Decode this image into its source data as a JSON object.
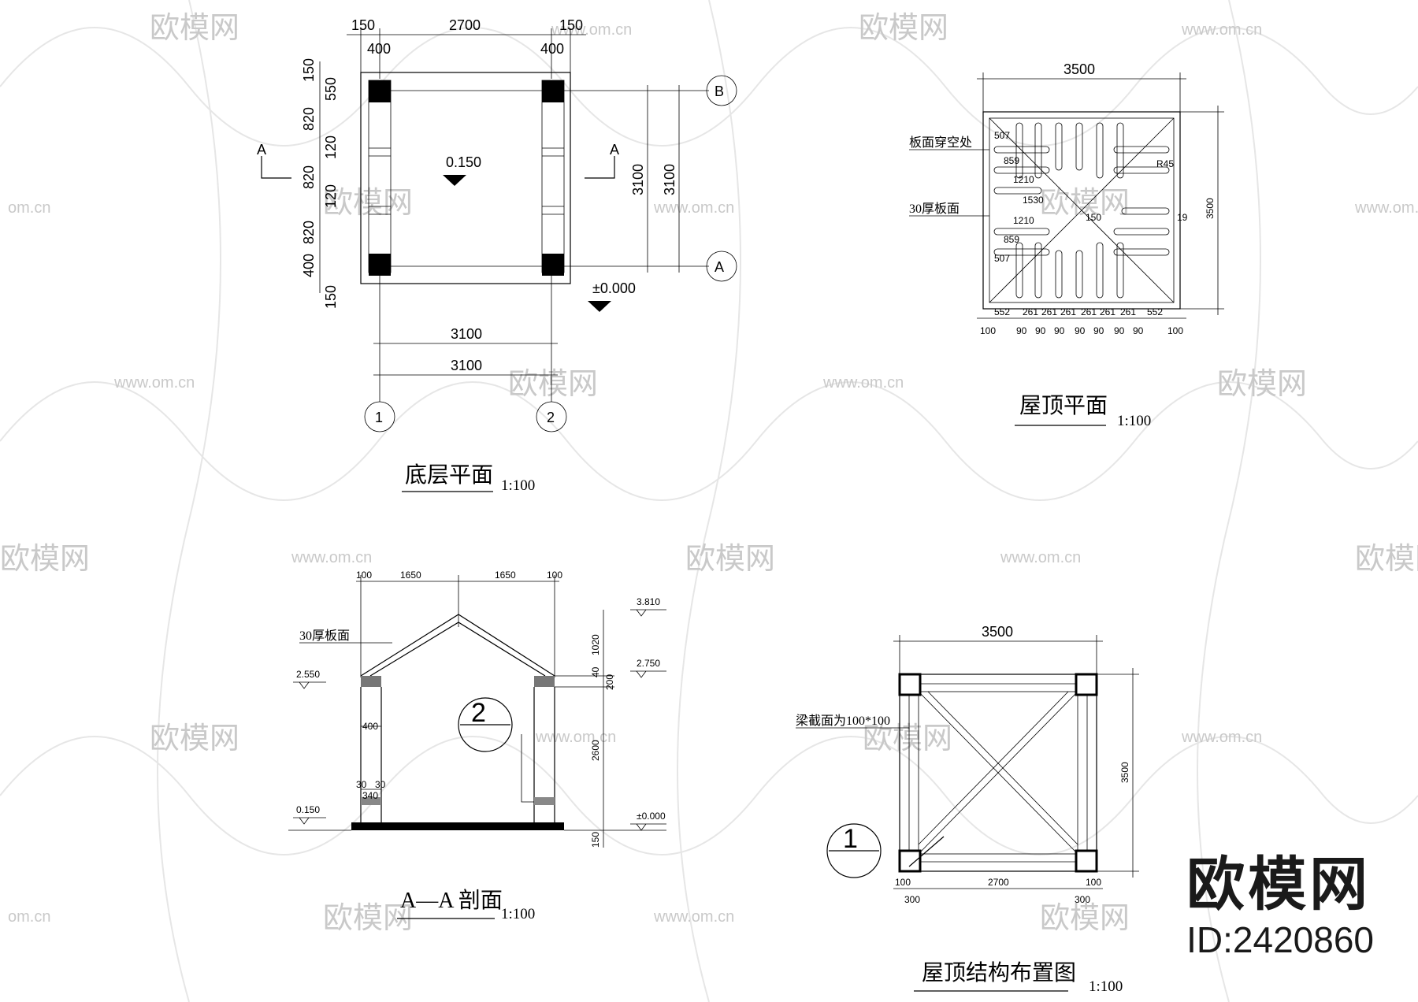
{
  "watermark": {
    "brand": "欧模网",
    "url": "www.om.cn",
    "url_short": "om.cn"
  },
  "brand_logo": {
    "name": "欧模网",
    "id": "ID:2420860"
  },
  "ground_floor_plan": {
    "title": "底层平面",
    "scale": "1:100",
    "top_dims": [
      "150",
      "2700",
      "150"
    ],
    "top_sub_dims": [
      "400",
      "400"
    ],
    "left_dims": [
      "150",
      "550",
      "820",
      "120",
      "820",
      "120",
      "820",
      "400",
      "150"
    ],
    "right_dims": [
      "3100",
      "3100"
    ],
    "bottom_dims": [
      "3100",
      "3100"
    ],
    "level_inside": "0.150",
    "level_outside": "±0.000",
    "axis_labels": [
      "B",
      "A",
      "1",
      "2"
    ],
    "section_mark": "A"
  },
  "roof_plan": {
    "title": "屋顶平面",
    "scale": "1:100",
    "top_dim": "3500",
    "right_dim": "3500",
    "label_opening": "板面穿空处",
    "label_board": "30厚板面",
    "inner_dims": [
      "507",
      "859",
      "1210",
      "1530",
      "1210",
      "859",
      "507"
    ],
    "small_labels": [
      "R45",
      "19",
      "150"
    ],
    "bottom_dims_upper": [
      "552",
      "261",
      "261",
      "261",
      "261",
      "261",
      "261",
      "552"
    ],
    "bottom_dims_lower": [
      "100",
      "90",
      "90",
      "90",
      "90",
      "90",
      "90",
      "90",
      "100"
    ]
  },
  "section_aa": {
    "title": "A—A 剖面",
    "scale": "1:100",
    "top_dims": [
      "100",
      "1650",
      "1650",
      "100"
    ],
    "label_board": "30厚板面",
    "levels": [
      "3.810",
      "2.750",
      "2.550",
      "0.150",
      "±0.000"
    ],
    "right_dims": [
      "1020",
      "40",
      "200",
      "2600",
      "150"
    ],
    "inner_dims": [
      "400",
      "30",
      "30",
      "340"
    ],
    "callout": "2"
  },
  "roof_structure_plan": {
    "title": "屋顶结构布置图",
    "scale": "1:100",
    "top_dim": "3500",
    "right_dim": "3500",
    "label_beam": "梁截面为100*100",
    "bottom_dims_upper": [
      "100",
      "2700",
      "100"
    ],
    "bottom_dims_lower": [
      "300",
      "300"
    ],
    "callout": "1"
  }
}
